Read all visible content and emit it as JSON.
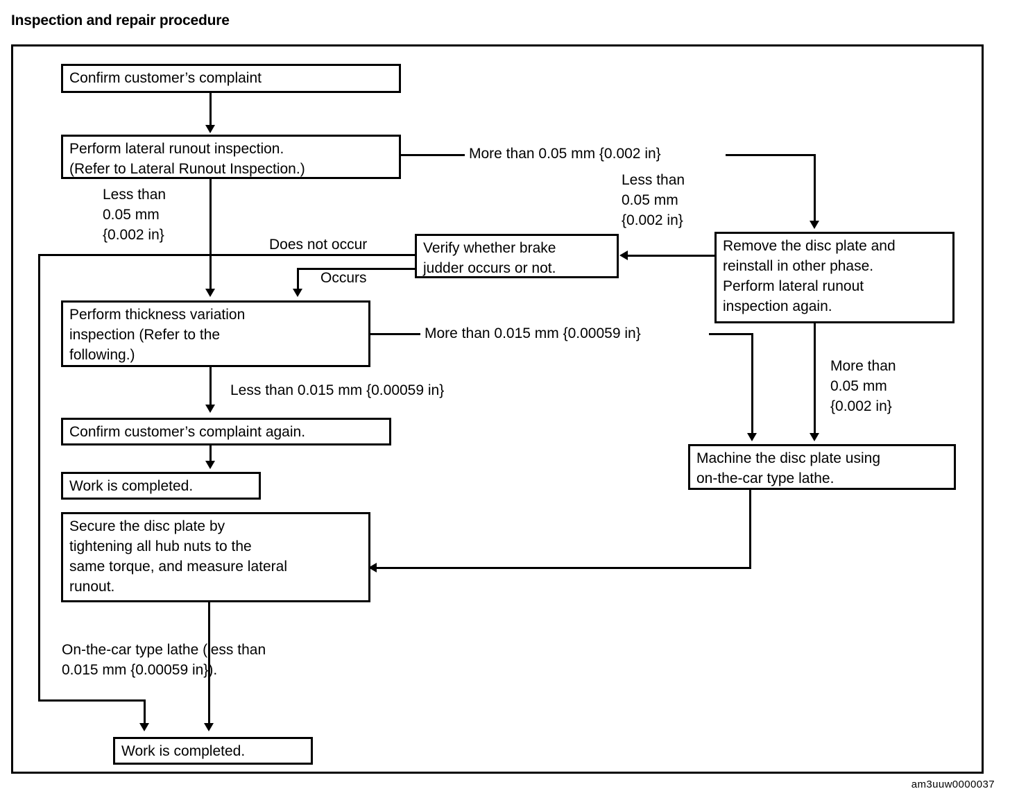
{
  "page": {
    "title": "Inspection and repair procedure",
    "watermark": "am3uuw0000037"
  },
  "chart_data": {
    "type": "diagram",
    "diagram_kind": "flowchart",
    "title": "Inspection and repair procedure",
    "nodes": [
      {
        "id": "n1",
        "label": "Confirm customer’s complaint"
      },
      {
        "id": "n2",
        "label": "Perform lateral runout inspection.\n(Refer to Lateral Runout Inspection.)"
      },
      {
        "id": "n3",
        "label": "Verify whether brake\njudder occurs or not."
      },
      {
        "id": "n4",
        "label": "Remove the disc plate and\nreinstall in other phase.\nPerform lateral runout\ninspection again."
      },
      {
        "id": "n5",
        "label": "Perform thickness variation\ninspection (Refer to the\nfollowing.)"
      },
      {
        "id": "n6",
        "label": "Confirm customer’s complaint again."
      },
      {
        "id": "n7",
        "label": "Work is completed."
      },
      {
        "id": "n8",
        "label": "Secure the disc plate by\ntightening all hub nuts to the\nsame torque, and measure lateral\nrunout."
      },
      {
        "id": "n9",
        "label": "Machine the disc plate using\non-the-car type lathe."
      },
      {
        "id": "n10",
        "label": "Work is completed."
      }
    ],
    "edge_labels": [
      {
        "id": "e1",
        "text": "More than 0.05 mm {0.002 in}",
        "from": "n2",
        "to": "n4"
      },
      {
        "id": "e2",
        "text": "Less than\n0.05 mm\n{0.002 in}",
        "from": "n2",
        "to": "n5"
      },
      {
        "id": "e3",
        "text": "Less than\n0.05 mm\n{0.002 in}",
        "from": "n4",
        "to": "n3"
      },
      {
        "id": "e4",
        "text": "Does not occur",
        "from": "n3",
        "to": "n10"
      },
      {
        "id": "e5",
        "text": "Occurs",
        "from": "n3",
        "to": "n5"
      },
      {
        "id": "e6",
        "text": "More than 0.015 mm {0.00059 in}",
        "from": "n5",
        "to": "n8"
      },
      {
        "id": "e7",
        "text": "Less than 0.015 mm {0.00059 in}",
        "from": "n5",
        "to": "n6"
      },
      {
        "id": "e8",
        "text": "More than\n0.05 mm\n{0.002 in}",
        "from": "n4",
        "to": "n9"
      },
      {
        "id": "e9",
        "text": "On-the-car type lathe (less than\n0.015 mm {0.00059 in}).",
        "from": "n8",
        "to": "n10"
      }
    ],
    "colors": {
      "line": "#000000",
      "background": "#ffffff",
      "text": "#000000"
    }
  }
}
